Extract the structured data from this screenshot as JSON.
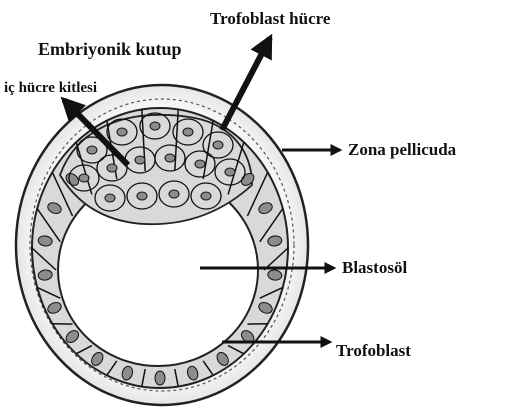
{
  "labels": {
    "trophoblast_cell": "Trofoblast  hücre",
    "embryonic_pole": "Embriyonik kutup",
    "inner_cell_mass": "iç hücre kitlesi",
    "zona_pellucida": "Zona pellicuda",
    "blastocoel": "Blastosöl",
    "trophoblast": "Trofoblast"
  },
  "colors": {
    "ink": "#111111",
    "cell_fill": "#d9d9d9",
    "nucleus_fill": "#8c8c8c",
    "zona_fill": "#f2f2f2"
  }
}
